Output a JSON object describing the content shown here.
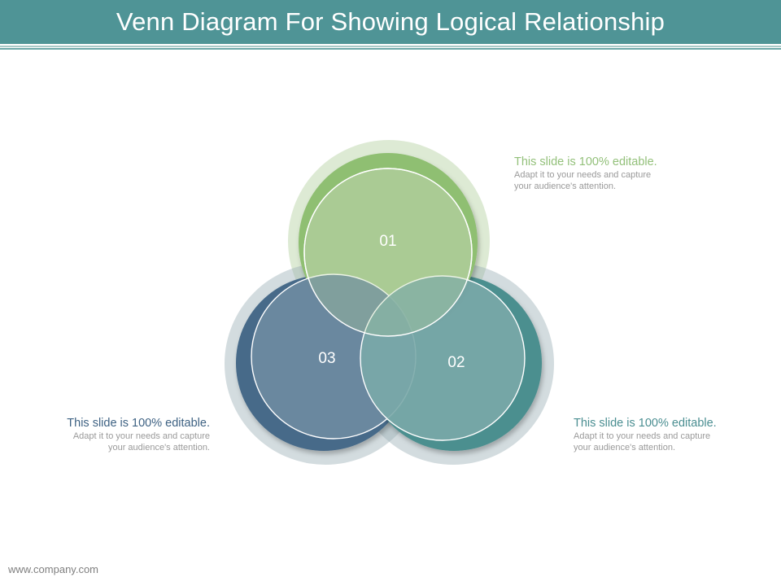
{
  "title": "Venn Diagram For Showing Logical Relationship",
  "colors": {
    "header_bg": "#4f9496",
    "circle_01": "#aacb94",
    "circle_02": "#7aa9a8",
    "circle_03": "#6e8ba1",
    "ring_01": "#8fbf72",
    "ring_02": "#4b8f8f",
    "ring_03": "#476a89"
  },
  "circles": [
    {
      "id": "01",
      "label": "01"
    },
    {
      "id": "02",
      "label": "02"
    },
    {
      "id": "03",
      "label": "03"
    }
  ],
  "notes": [
    {
      "heading": "This slide is 100% editable.",
      "body": "Adapt it to your needs and capture\nyour audience's attention."
    },
    {
      "heading": "This slide is 100% editable.",
      "body": "Adapt it to your needs and capture\nyour audience's attention."
    },
    {
      "heading": "This slide is 100% editable.",
      "body": "Adapt it to your needs and capture\nyour audience's attention."
    }
  ],
  "footer": "www.company.com"
}
